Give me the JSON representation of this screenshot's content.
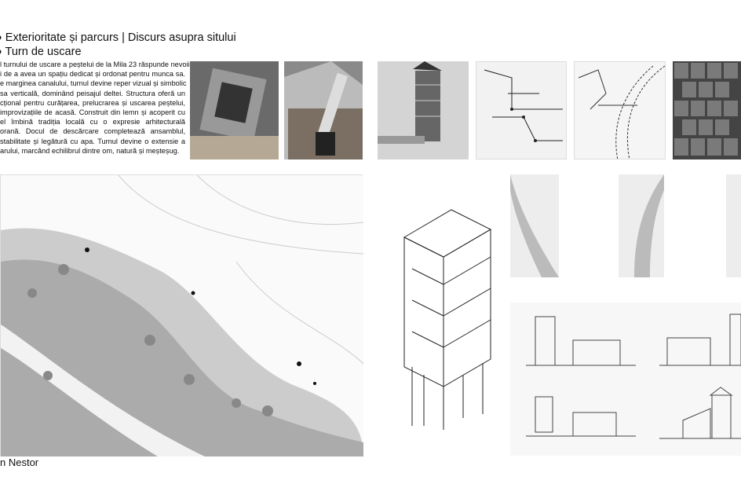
{
  "header": {
    "title_line1": "Exterioritate și parcurs | Discurs asupra sitului",
    "title_line2": "Turn de uscare"
  },
  "description": [
    "l turnului de uscare a peștelui de la Mila 23 răspunde nevoii",
    "i de a avea un spațiu dedicat și ordonat pentru munca sa.",
    "e marginea canalului, turnul devine reper vizual și simbolic",
    "sa verticală, dominând peisajul deltei. Structura oferă un",
    "cțional pentru curățarea, prelucrarea și uscarea peștelui,",
    "improvizațiile de acasă. Construit din lemn și acoperit cu",
    "el îmbină tradiția locală cu o expresie arhitecturală",
    "orană. Docul de descărcare completează ansamblul,",
    "stabilitate și legătură cu apa. Turnul devine o extensie a",
    "arului, marcând echilibrul dintre om, natură și meșteșug."
  ],
  "footer": {
    "author": "n Nestor"
  },
  "colors": {
    "background": "#ffffff",
    "text": "#111111",
    "photo_dark": "#3a3a3a",
    "photo_light": "#cfcfcf"
  }
}
